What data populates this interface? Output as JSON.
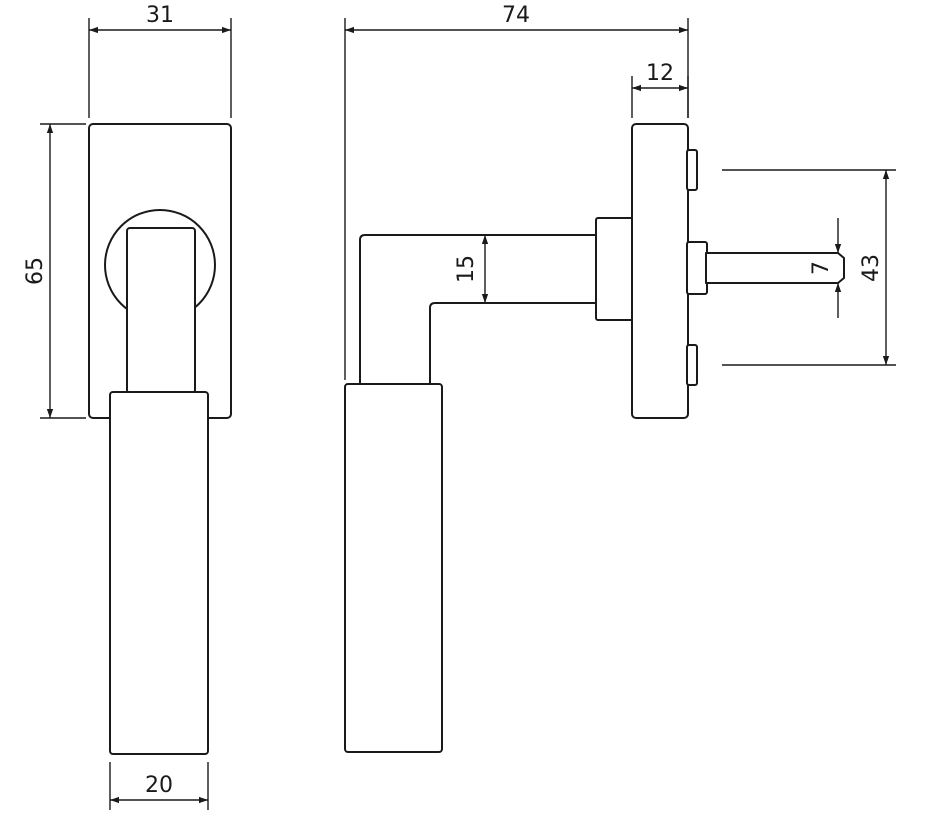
{
  "diagram": {
    "colors": {
      "stroke": "#1a1a1a",
      "background": "#ffffff"
    },
    "dimensions": {
      "front_width": "31",
      "front_height": "65",
      "grip_width": "20",
      "side_length": "74",
      "rose_depth": "12",
      "arm_thickness": "15",
      "spindle_size": "7",
      "screw_spacing": "43"
    }
  }
}
